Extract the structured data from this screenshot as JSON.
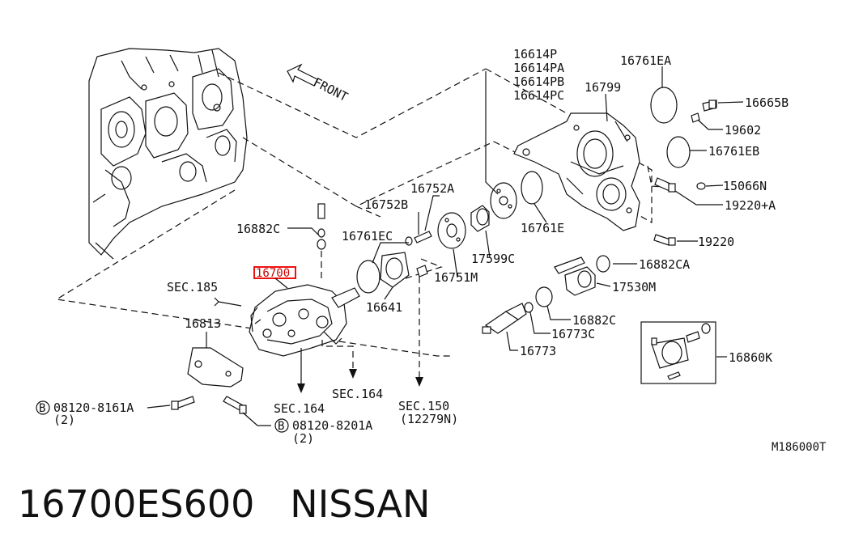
{
  "diagram": {
    "direction_label": "FRONT",
    "drawing_code": "M186000T",
    "highlighted_part": "16700",
    "labels": {
      "p16614": [
        "16614P",
        "16614PA",
        "16614PB",
        "16614PC"
      ],
      "p16799": "16799",
      "p16761EA": "16761EA",
      "p16665B": "16665B",
      "p19602": "19602",
      "p16761EB": "16761EB",
      "p15066N": "15066N",
      "p19220A": "19220+A",
      "p19220": "19220",
      "p16882CA": "16882CA",
      "p17530M": "17530M",
      "p16882C_b": "16882C",
      "p16773C": "16773C",
      "p16773": "16773",
      "p16860K": "16860K",
      "p16752A": "16752A",
      "p16752B": "16752B",
      "p16882C": "16882C",
      "p16761EC": "16761EC",
      "p16761E": "16761E",
      "p17599C": "17599C",
      "p16751M": "16751M",
      "p16641": "16641",
      "sec185": "SEC.185",
      "p16813": "16813",
      "sec164a": "SEC.164",
      "sec164b": "SEC.164",
      "sec150": "SEC.150",
      "sec150_sub": "(12279N)",
      "bolt1": "08120-8161A",
      "bolt1_qty": "(2)",
      "bolt2": "08120-8201A",
      "bolt2_qty": "(2)",
      "bolt_marker": "B"
    }
  },
  "footer": {
    "part_number": "16700ES600",
    "brand": "NISSAN"
  }
}
